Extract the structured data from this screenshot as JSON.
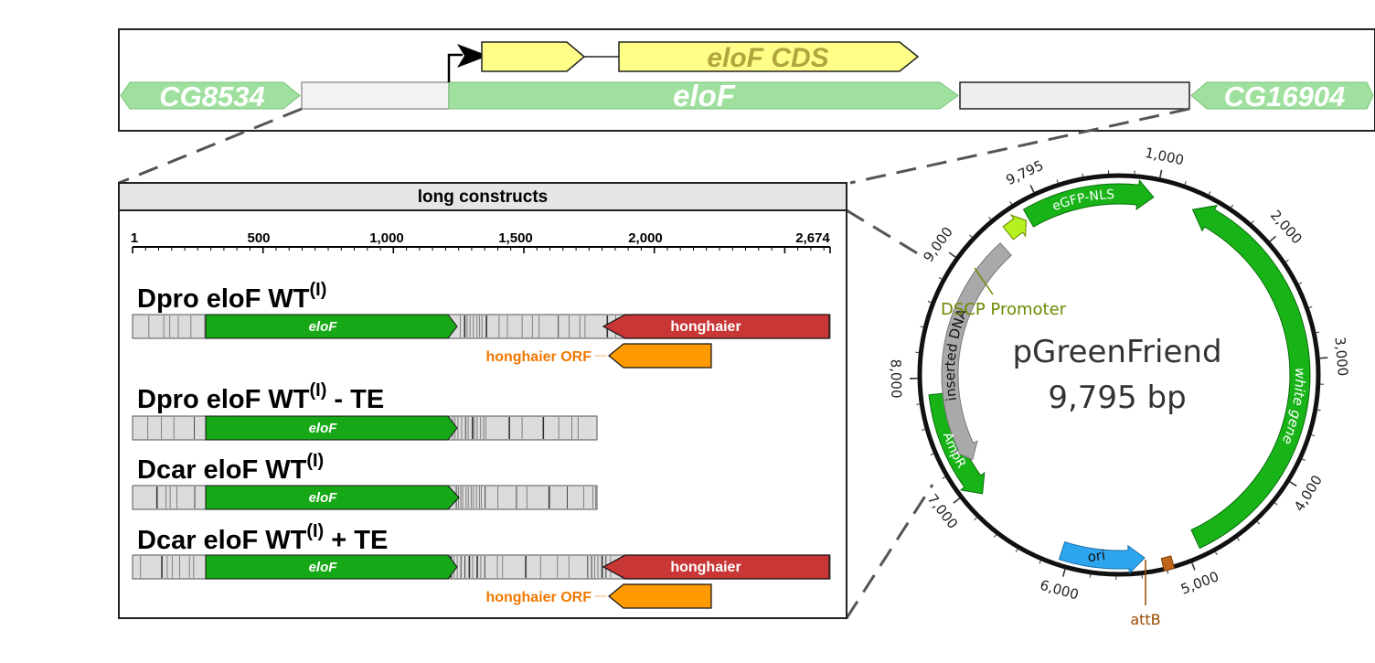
{
  "locus": {
    "genes": [
      "CG8534",
      "eloF",
      "CG16904"
    ],
    "cds_label": "eloF CDS"
  },
  "constructs_panel": {
    "title": "long constructs",
    "scale_ticks": [
      "1",
      "500",
      "1,000",
      "1,500",
      "2,000",
      "2,674"
    ],
    "constructs": [
      {
        "name_main": "Dpro eloF WT",
        "sup": "(I)",
        "suffix": "",
        "gene_label": "eloF",
        "te_label": "honghaier",
        "orf_label": "honghaier ORF"
      },
      {
        "name_main": "Dpro eloF WT",
        "sup": "(I)",
        "suffix": " - TE",
        "gene_label": "eloF"
      },
      {
        "name_main": "Dcar eloF WT",
        "sup": "(I)",
        "suffix": "",
        "gene_label": "eloF"
      },
      {
        "name_main": "Dcar eloF WT",
        "sup": "(I)",
        "suffix": " + TE",
        "gene_label": "eloF",
        "te_label": "honghaier",
        "orf_label": "honghaier ORF"
      }
    ]
  },
  "plasmid": {
    "name": "pGreenFriend",
    "size": "9,795 bp",
    "ticks": [
      "1,000",
      "2,000",
      "3,000",
      "4,000",
      "5,000",
      "6,000",
      "7,000",
      "8,000",
      "9,000",
      "9,795"
    ],
    "features": {
      "egfp": "eGFP-NLS",
      "white": "white gene",
      "ampr": "AmpR",
      "ori": "ori",
      "inserted": "inserted DNA",
      "dscp": "DSCP Promoter",
      "attb": "attB"
    }
  },
  "colors": {
    "gene_light_green": "#9fe09f",
    "construct_green": "#16a816",
    "cds_yellow": "#ffff88",
    "te_red": "#c83636",
    "orf_orange": "#ff9a00",
    "orf_label_orange": "#f07800",
    "plasmid_green": "#17b317",
    "ori_blue": "#2ea6ef",
    "dscp_olive": "#6a8a00",
    "attb_brown": "#9a4a00"
  }
}
